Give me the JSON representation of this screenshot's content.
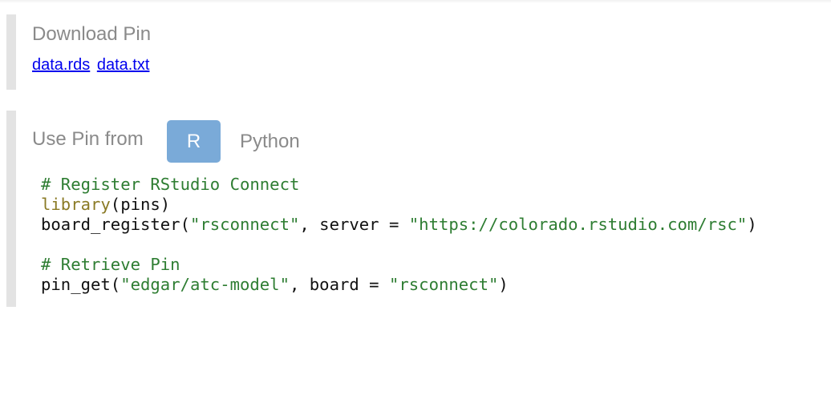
{
  "download": {
    "title": "Download Pin",
    "links": [
      "data.rds",
      "data.txt"
    ]
  },
  "use": {
    "title": "Use Pin from",
    "tabs": [
      {
        "label": "R",
        "active": true
      },
      {
        "label": "Python",
        "active": false
      }
    ]
  },
  "code": {
    "comment1": "# Register RStudio Connect",
    "lib_fn": "library",
    "lib_arg": "(pins)",
    "register_fn": "board_register(",
    "register_str1": "\"rsconnect\"",
    "register_mid": ", server = ",
    "register_str2": "\"https://colorado.rstudio.com/rsc\"",
    "register_end": ")",
    "comment2": "# Retrieve Pin",
    "get_fn": "pin_get(",
    "get_str1": "\"edgar/atc-model\"",
    "get_mid": ", board = ",
    "get_str2": "\"rsconnect\"",
    "get_end": ")"
  },
  "colors": {
    "accent_button": "#7aaad8",
    "section_border": "#e3e3e3",
    "code_comment": "#2e7d32",
    "code_string": "#2e7d32",
    "code_function": "#8a7a25"
  }
}
